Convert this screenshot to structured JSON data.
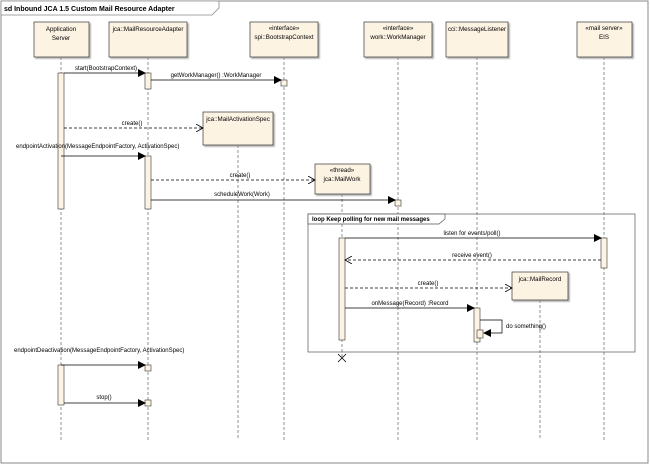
{
  "frame": {
    "title": "sd Inbound JCA 1.5 Custom Mail Resource Adapter"
  },
  "lifelines": {
    "app_server": {
      "line1": "Application",
      "line2": "Server"
    },
    "resource_adapter": {
      "line1": "jca::MailResourceAdapter"
    },
    "bootstrap_context": {
      "stereotype": "«interface»",
      "line1": "spi::BootstrapContext"
    },
    "work_manager": {
      "stereotype": "«interface»",
      "line1": "work::WorkManager"
    },
    "message_listener": {
      "line1": "cci::MessageListener"
    },
    "eis": {
      "stereotype": "«mail server»",
      "line1": "EIS"
    }
  },
  "created": {
    "activation_spec": "jca::MailActivationSpec",
    "mail_work_stereotype": "«thread»",
    "mail_work": "jca::MailWork",
    "mail_record": "jca::MailRecord"
  },
  "messages": {
    "start": "start(BootstrapContext)",
    "get_work_manager": "getWorkManager() :WorkManager",
    "create_spec": "create()",
    "endpoint_activation": "endpointActivation(MessageEndpointFactory, ActivationSpec)",
    "create_work": "create()",
    "schedule_work": "scheduleWork(Work)",
    "listen": "listen for events/poll()",
    "receive": "receive event()",
    "create_record": "create()",
    "on_message": "onMessage(Record) :Record",
    "do_something": "do something()",
    "endpoint_deactivation": "endpointDeactivation(MessageEndpointFactory, ActivationSpec)",
    "stop": "stop()"
  },
  "loop": {
    "label": "loop Keep polling for new mail messages"
  }
}
